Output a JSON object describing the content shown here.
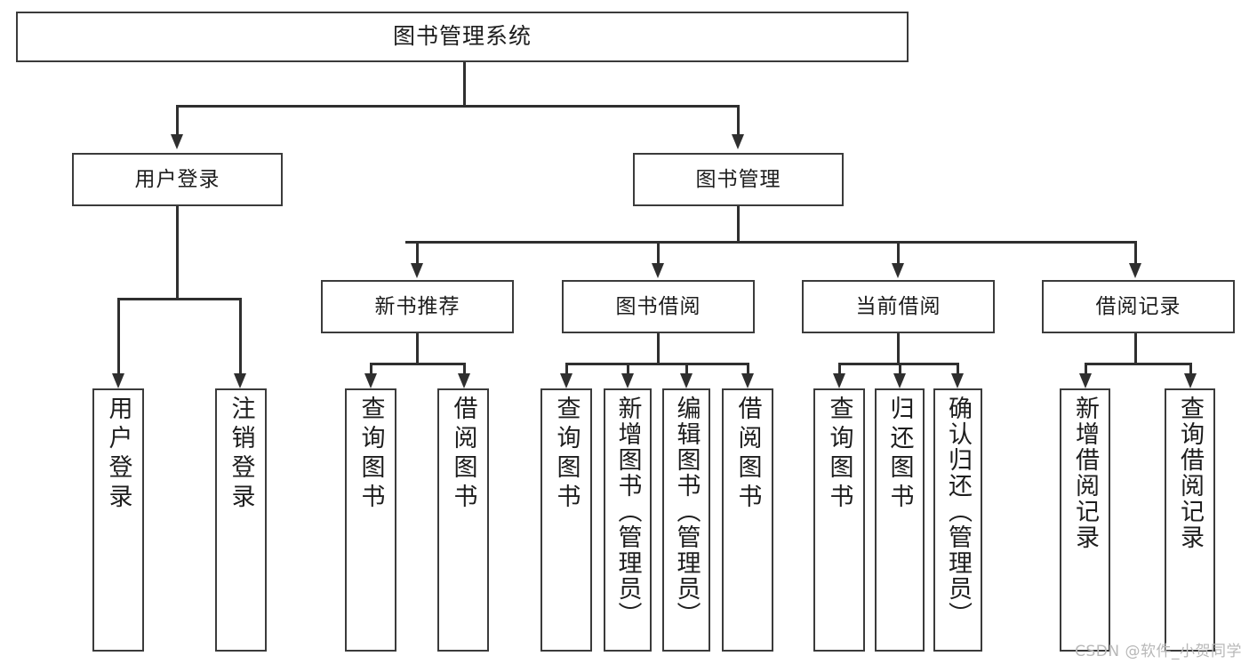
{
  "diagram": {
    "kind": "tree-structure-chart",
    "root": {
      "id": "root",
      "label": "图书管理系统"
    },
    "level2": [
      {
        "id": "user-login",
        "label": "用户登录"
      },
      {
        "id": "book-manage",
        "label": "图书管理"
      }
    ],
    "level3": [
      {
        "id": "new-book-recommend",
        "label": "新书推荐",
        "parent": "book-manage"
      },
      {
        "id": "book-borrow",
        "label": "图书借阅",
        "parent": "book-manage"
      },
      {
        "id": "current-borrow",
        "label": "当前借阅",
        "parent": "book-manage"
      },
      {
        "id": "borrow-record",
        "label": "借阅记录",
        "parent": "book-manage"
      }
    ],
    "leaves": {
      "user-login": [
        {
          "id": "leaf-user-login",
          "label": "用户登录"
        },
        {
          "id": "leaf-user-logout",
          "label": "注销登录"
        }
      ],
      "new-book-recommend": [
        {
          "id": "leaf-query-book-1",
          "label": "查询图书"
        },
        {
          "id": "leaf-borrow-book-1",
          "label": "借阅图书"
        }
      ],
      "book-borrow": [
        {
          "id": "leaf-query-book-2",
          "label": "查询图书"
        },
        {
          "id": "leaf-add-book",
          "label": "新增图书（管理员）"
        },
        {
          "id": "leaf-edit-book",
          "label": "编辑图书（管理员）"
        },
        {
          "id": "leaf-borrow-book-2",
          "label": "借阅图书"
        }
      ],
      "current-borrow": [
        {
          "id": "leaf-query-book-3",
          "label": "查询图书"
        },
        {
          "id": "leaf-return-book",
          "label": "归还图书"
        },
        {
          "id": "leaf-confirm-return",
          "label": "确认归还（管理员）"
        }
      ],
      "borrow-record": [
        {
          "id": "leaf-add-record",
          "label": "新增借阅记录"
        },
        {
          "id": "leaf-query-record",
          "label": "查询借阅记录"
        }
      ]
    },
    "colors": {
      "stroke": "#2f2f2f",
      "box_border": "#3b3b3b",
      "box_fill": "#ffffff",
      "text": "#1d1d1d",
      "watermark": "#b8b8b8",
      "background": "#ffffff"
    }
  },
  "watermark": {
    "text": "CSDN @软件_小贺同学"
  }
}
